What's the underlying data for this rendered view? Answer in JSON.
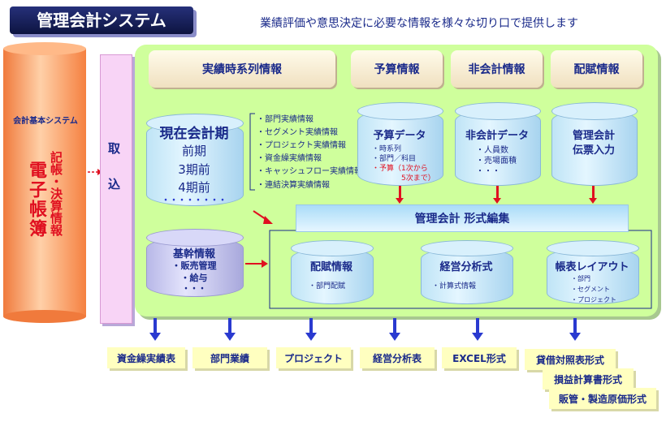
{
  "title": "管理会計システム",
  "tagline": "業績評価や意思決定に必要な情報を様々な切り口で提供します",
  "left_system": {
    "label": "会計基本システム",
    "main": "電子帳簿",
    "sub": "記帳・決算情報"
  },
  "torikomi": [
    "取",
    "込"
  ],
  "tabs": [
    "実績時系列情報",
    "予算情報",
    "非会計情報",
    "配賦情報"
  ],
  "current": {
    "title": "現在会計期",
    "periods": [
      "前期",
      "3期前",
      "4期前"
    ],
    "dots": "・・・・・・・・"
  },
  "jisseki_list": [
    "・部門実績情報",
    "・セグメント実績情報",
    "・プロジェクト実績情報",
    "・資金繰実績情報",
    "・キャッシュフロー実績情報",
    "・連結決算実績情報"
  ],
  "yosan": {
    "title": "予算データ",
    "items": [
      "・時系列",
      "・部門／科目"
    ],
    "red1": "・予算（1次から",
    "red2": "5次まで）"
  },
  "hikaikei": {
    "title": "非会計データ",
    "items": [
      "・人員数",
      "・売場面積",
      "・・・"
    ]
  },
  "kanri_denpyo": {
    "title1": "管理会計",
    "title2": "伝票入力"
  },
  "band": "管理会計  形式編集",
  "kikan": {
    "title": "基幹情報",
    "items": [
      "・販売管理",
      "・給与",
      "・・・"
    ]
  },
  "haifu": {
    "title": "配賦情報",
    "sub": "・部門配賦"
  },
  "keiei": {
    "title": "経営分析式",
    "sub": "・計算式情報"
  },
  "layout": {
    "title": "帳表レイアウト",
    "items": [
      "・部門",
      "・セグメント",
      "・プロジェクト"
    ]
  },
  "outputs": [
    "資金繰実績表",
    "部門業績",
    "プロジェクト",
    "経営分析表",
    "EXCEL形式"
  ],
  "stack": [
    "貸借対照表形式",
    "損益計算書形式",
    "販管・製造原価形式"
  ]
}
